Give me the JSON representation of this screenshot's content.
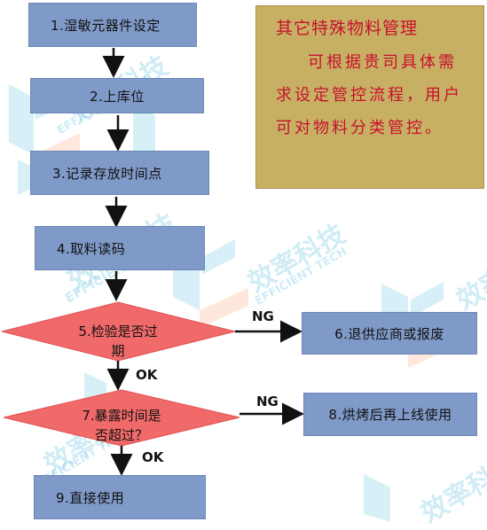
{
  "steps": [
    {
      "id": "1",
      "label": "1.湿敏元器件设定"
    },
    {
      "id": "2",
      "label": "2.上库位"
    },
    {
      "id": "3",
      "label": "3.记录存放时间点"
    },
    {
      "id": "4",
      "label": "4.取料读码"
    },
    {
      "id": "5",
      "label": "5.检验是否过期"
    },
    {
      "id": "6",
      "label": "6.退供应商或报废"
    },
    {
      "id": "7",
      "label": "7.暴露时间是否超过？"
    },
    {
      "id": "8",
      "label": "8.烘烤后再上线使用"
    },
    {
      "id": "9",
      "label": "9.直接使用"
    }
  ],
  "decision5": {
    "line1": "5.检验是否过",
    "line2": "期"
  },
  "decision7": {
    "line1": "7.暴露时间是",
    "line2": "否超过？"
  },
  "edges": {
    "ng_label": "NG",
    "ok_label": "OK"
  },
  "note": {
    "title": "其它特殊物料管理",
    "body": "可根据贵司具体需求设定管控流程，用户可对物料分类管控。"
  },
  "watermark": {
    "brand_cn": "效率科技",
    "brand_en": "EFFICIENT TECH"
  },
  "colors": {
    "process_box": "#7f9ac8",
    "decision": "#f06a6a",
    "note_bg": "#c7b064",
    "note_text": "#c8102e",
    "watermark": "#8fd3e8"
  }
}
